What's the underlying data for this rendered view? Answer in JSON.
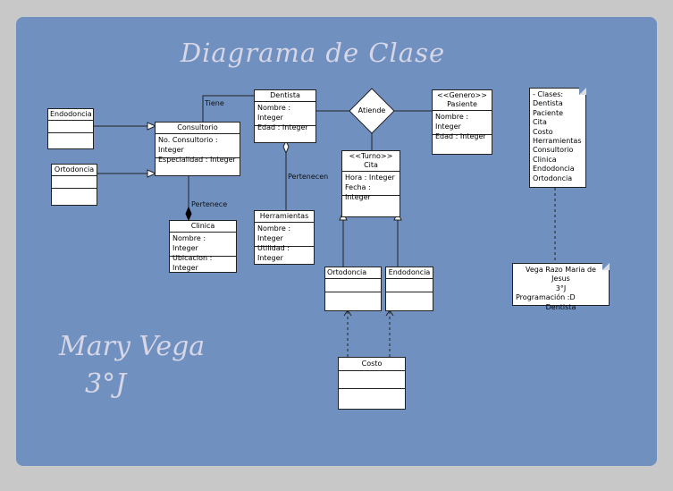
{
  "title": "Diagrama de Clase",
  "signature": {
    "line1": "Mary Vega",
    "line2": "3°J"
  },
  "classes": {
    "endodoncia_left": {
      "name": "Endodoncia"
    },
    "ortodoncia_left": {
      "name": "Ortodoncia"
    },
    "consultorio": {
      "name": "Consultorio",
      "attrs": [
        "No. Consultorio : Integer",
        "Especialidad : Integer"
      ]
    },
    "clinica": {
      "name": "Clinica",
      "attrs": [
        "Nombre : Integer",
        "Ubicacion : Integer"
      ]
    },
    "dentista": {
      "name": "Dentista",
      "attrs": [
        "Nombre : Integer",
        "Edad : Integer"
      ]
    },
    "herramientas": {
      "name": "Herramientas",
      "attrs": [
        "Nombre : Integer",
        "Utilidad : Integer"
      ]
    },
    "cita": {
      "stereotype": "<<Turno>>",
      "name": "Cita",
      "attrs": [
        "Hora : Integer",
        "Fecha : Integer"
      ]
    },
    "pasiente": {
      "stereotype": "<<Genero>>",
      "name": "Pasiente",
      "attrs": [
        "Nombre : Integer",
        "Edad : Integer"
      ]
    },
    "ortodoncia_sub": {
      "name": "Ortodoncia"
    },
    "endodoncia_sub": {
      "name": "Endodoncia"
    },
    "costo": {
      "name": "Costo"
    }
  },
  "labels": {
    "tiene": "Tiene",
    "pertenece_clinica": "Pertenece",
    "pertenecen": "Pertenecen",
    "atiende": "Atiende"
  },
  "note_classes": [
    "- Clases:",
    "Dentista",
    "Paciente",
    "Cita",
    "Costo",
    "Herramientas",
    "Consultorio",
    "Clinica",
    "Endodoncia",
    "Ortodoncia"
  ],
  "note_author": [
    "Vega Razo Maria de Jesus",
    "3°J",
    "Programación   :D",
    "Dentista"
  ]
}
